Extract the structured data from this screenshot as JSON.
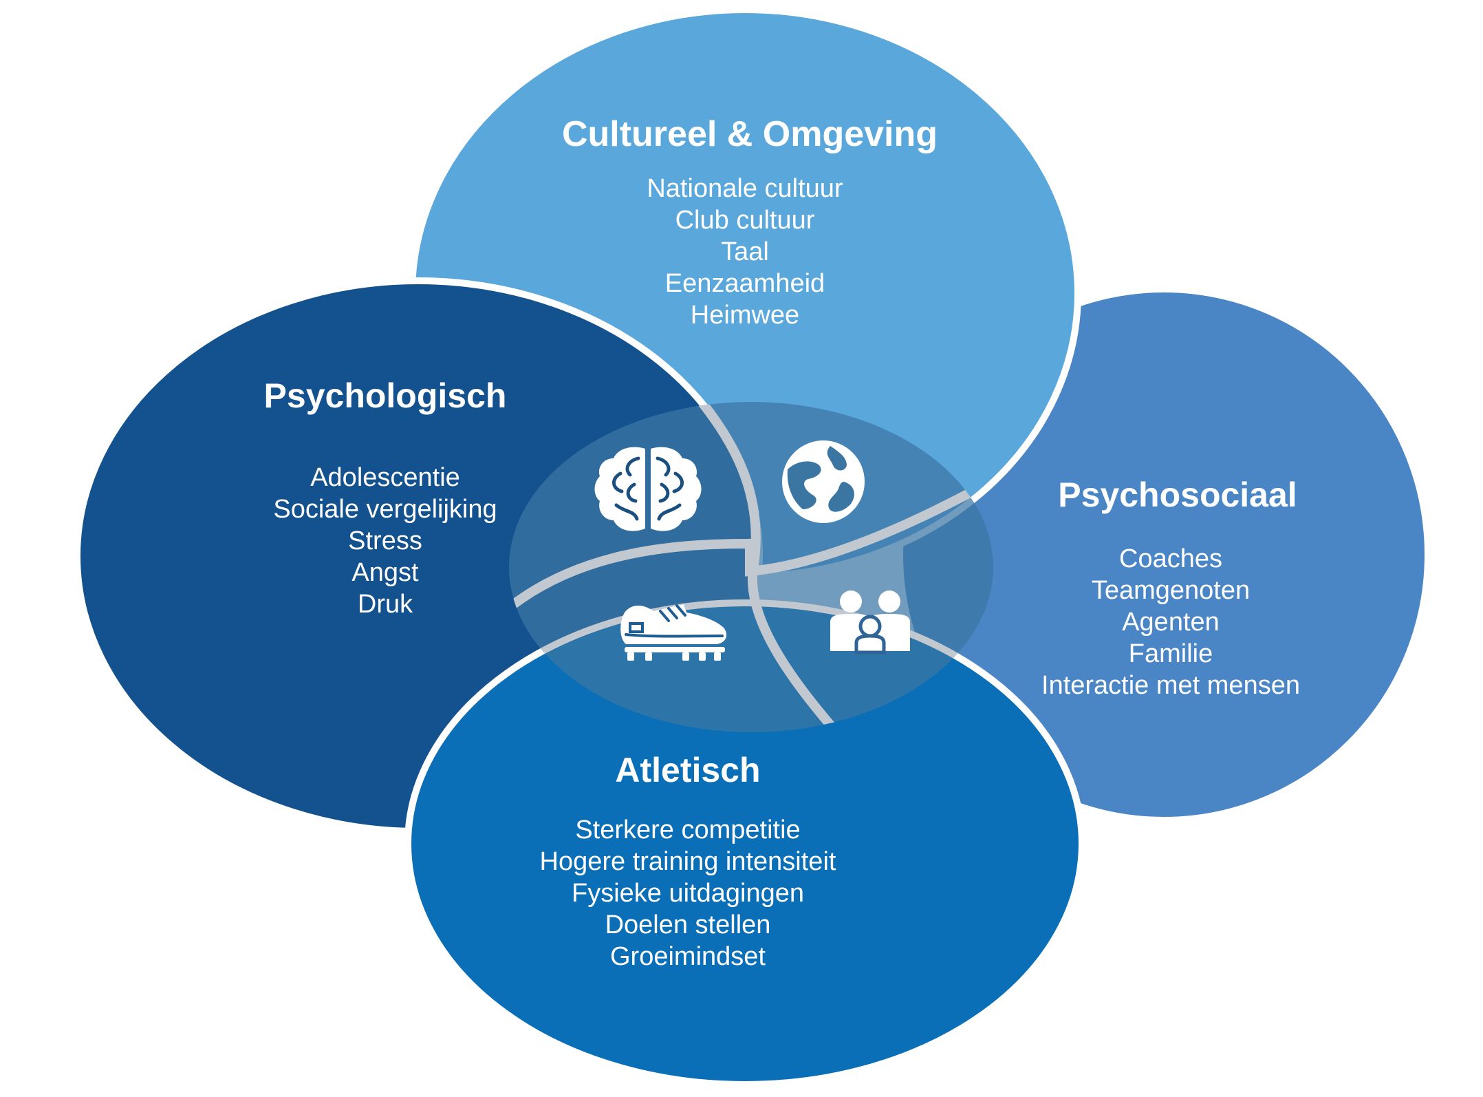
{
  "colors": {
    "cultural": "#5aa7dc",
    "psychological": "#13528e",
    "psychosocial": "#4a86c6",
    "athletic": "#0a6fb7",
    "center": "#3b76a3",
    "border": "#ffffff",
    "center_ring": "#c2c8cf"
  },
  "sections": {
    "cultural": {
      "title": "Cultureel & Omgeving",
      "items": [
        "Nationale cultuur",
        "Club cultuur",
        "Taal",
        "Eenzaamheid",
        "Heimwee"
      ]
    },
    "psychological": {
      "title": "Psychologisch",
      "items": [
        "Adolescentie",
        "Sociale vergelijking",
        "Stress",
        "Angst",
        "Druk"
      ]
    },
    "psychosocial": {
      "title": "Psychosociaal",
      "items": [
        "Coaches",
        "Teamgenoten",
        "Agenten",
        "Familie",
        "Interactie met mensen"
      ]
    },
    "athletic": {
      "title": "Atletisch",
      "items": [
        "Sterkere competitie",
        "Hogere training intensiteit",
        "Fysieke uitdagingen",
        "Doelen stellen",
        "Groeimindset"
      ]
    }
  },
  "icons": {
    "psychological": "brain-icon",
    "cultural": "globe-icon",
    "athletic": "football-boot-icon",
    "psychosocial": "family-icon"
  }
}
